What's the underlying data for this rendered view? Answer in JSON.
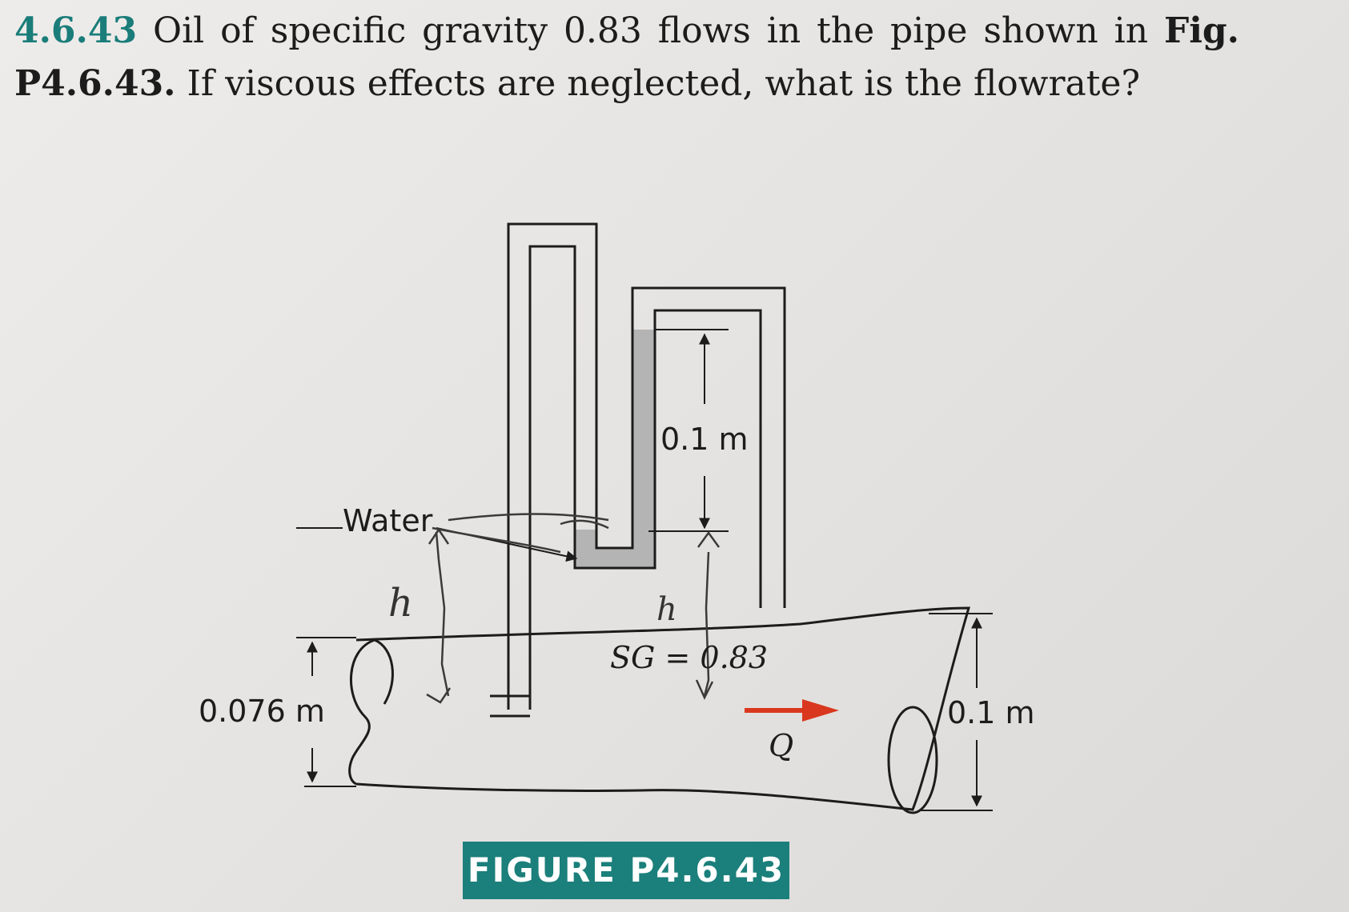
{
  "problem": {
    "number": "4.6.43",
    "text_before_ref": " Oil of specific gravity 0.83 flows in the pipe shown in ",
    "figure_ref": "Fig. P4.6.43.",
    "text_after_ref": " If viscous effects are neglected, what is the flowrate?"
  },
  "figure": {
    "labels": {
      "manometer_height": "0.1 m",
      "fluid": "Water",
      "specific_gravity": "SG = 0.83",
      "inlet_diameter": "0.076 m",
      "outlet_diameter": "0.1 m",
      "flow": "Q"
    },
    "handwriting": {
      "left_h": "h",
      "right_h": "h"
    },
    "caption": "FIGURE P4.6.43",
    "colors": {
      "manometer_fluid": "#b4b4b4",
      "flow_arrow": "#d9381e",
      "caption_background": "#1b7f7b",
      "problem_number": "#1a7d7a"
    }
  }
}
